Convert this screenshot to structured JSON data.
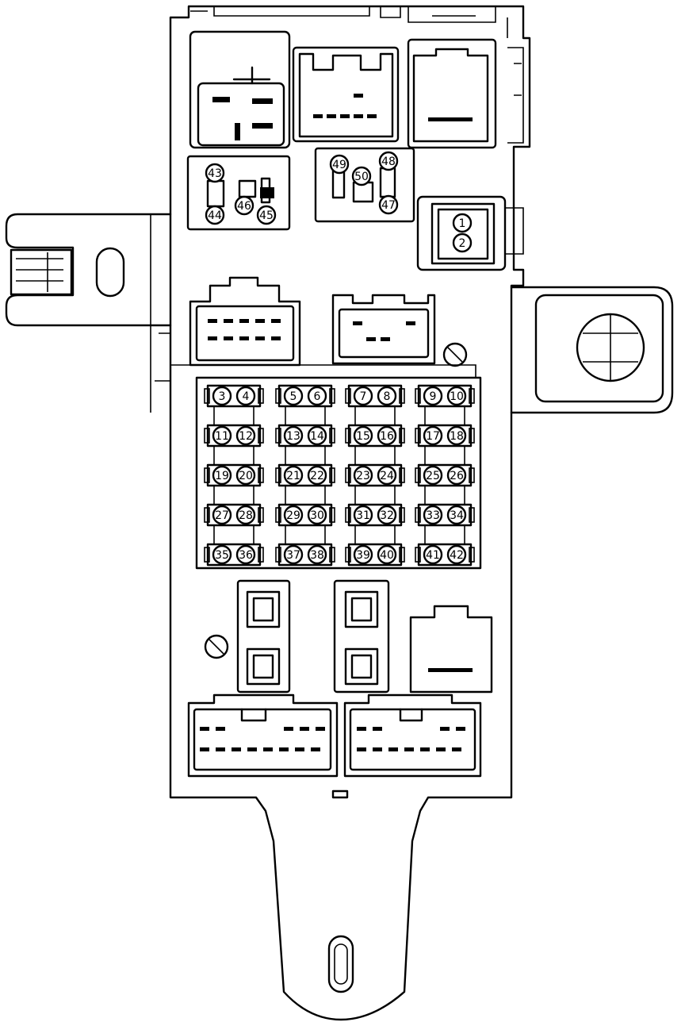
{
  "fuse_labels": {
    "f1": "1",
    "f2": "2",
    "f3": "3",
    "f4": "4",
    "f5": "5",
    "f6": "6",
    "f7": "7",
    "f8": "8",
    "f9": "9",
    "f10": "10",
    "f11": "11",
    "f12": "12",
    "f13": "13",
    "f14": "14",
    "f15": "15",
    "f16": "16",
    "f17": "17",
    "f18": "18",
    "f19": "19",
    "f20": "20",
    "f21": "21",
    "f22": "22",
    "f23": "23",
    "f24": "24",
    "f25": "25",
    "f26": "26",
    "f27": "27",
    "f28": "28",
    "f29": "29",
    "f30": "30",
    "f31": "31",
    "f32": "32",
    "f33": "33",
    "f34": "34",
    "f35": "35",
    "f36": "36",
    "f37": "37",
    "f38": "38",
    "f39": "39",
    "f40": "40",
    "f41": "41",
    "f42": "42",
    "f43": "43",
    "f44": "44",
    "f45": "45",
    "f46": "46",
    "f47": "47",
    "f48": "48",
    "f49": "49",
    "f50": "50"
  },
  "fuse_grid_rows": [
    [
      "f3",
      "f4",
      "f5",
      "f6",
      "f7",
      "f8",
      "f9",
      "f10"
    ],
    [
      "f11",
      "f12",
      "f13",
      "f14",
      "f15",
      "f16",
      "f17",
      "f18"
    ],
    [
      "f19",
      "f20",
      "f21",
      "f22",
      "f23",
      "f24",
      "f25",
      "f26"
    ],
    [
      "f27",
      "f28",
      "f29",
      "f30",
      "f31",
      "f32",
      "f33",
      "f34"
    ],
    [
      "f35",
      "f36",
      "f37",
      "f38",
      "f39",
      "f40",
      "f41",
      "f42"
    ]
  ]
}
